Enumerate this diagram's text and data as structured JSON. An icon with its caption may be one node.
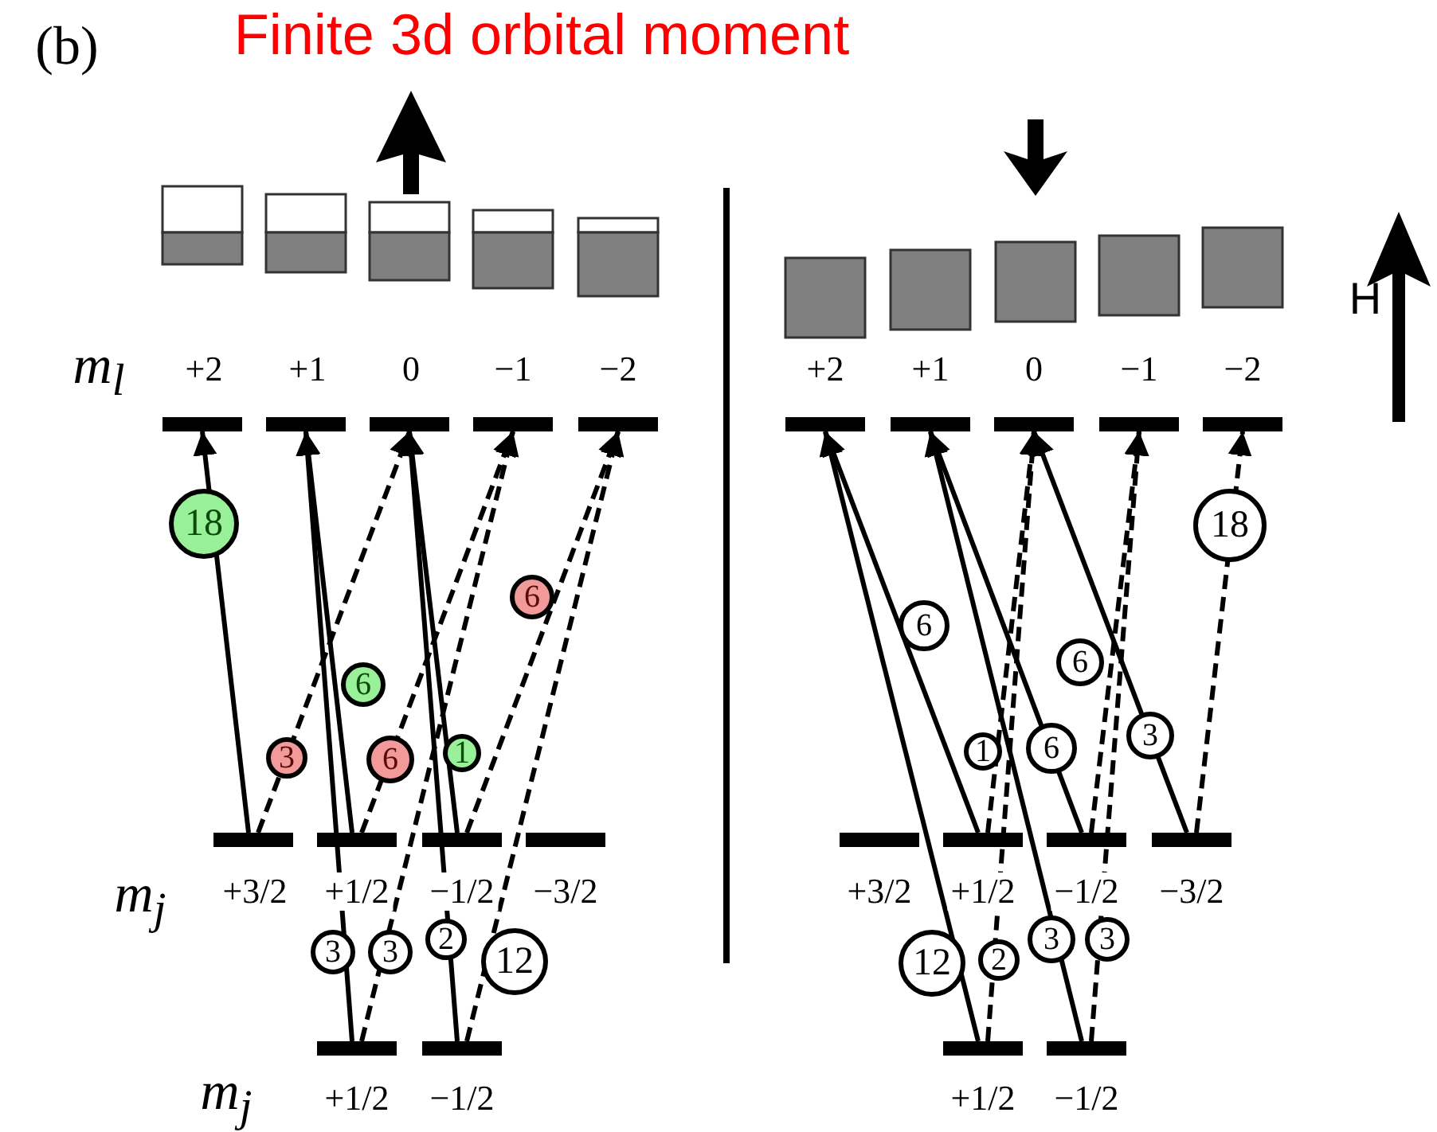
{
  "diagram": {
    "nodes": [
      {
        "text": [],
        "shape": "bar"
      },
      {
        "text": [],
        "shape": "bar"
      },
      {
        "text": [],
        "shape": "bar"
      },
      {
        "text": [],
        "shape": "bar"
      },
      {
        "text": [],
        "shape": "bar"
      },
      {
        "text": [],
        "shape": "bar"
      },
      {
        "text": [],
        "shape": "bar"
      },
      {
        "text": [],
        "shape": "bar"
      },
      {
        "text": [],
        "shape": "bar"
      },
      {
        "text": [],
        "shape": "bar"
      },
      {
        "text": [],
        "shape": "bar"
      },
      {
        "text": [],
        "shape": "bar"
      },
      {
        "text": [],
        "shape": "bar"
      },
      {
        "text": [],
        "shape": "bar"
      },
      {
        "text": [],
        "shape": "bar"
      },
      {
        "text": [],
        "shape": "bar"
      },
      {
        "text": [],
        "shape": "bar"
      },
      {
        "text": [],
        "shape": "bar"
      },
      {
        "text": [],
        "shape": "bar"
      },
      {
        "text": [],
        "shape": "bar"
      },
      {
        "text": [],
        "shape": "bar"
      },
      {
        "text": [],
        "shape": "bar"
      }
    ],
    "edges": [
      {
        "from": 5,
        "to": 0,
        "arrow": "to",
        "label": "18"
      },
      {
        "from": 5,
        "to": 2,
        "arrow": "to",
        "label": "3",
        "style": "dashed"
      },
      {
        "from": 6,
        "to": 1,
        "arrow": "to",
        "label": "6"
      },
      {
        "from": 6,
        "to": 3,
        "arrow": "to",
        "label": "6",
        "style": "dashed"
      },
      {
        "from": 7,
        "to": 2,
        "arrow": "to",
        "label": "1"
      },
      {
        "from": 7,
        "to": 4,
        "arrow": "to",
        "label": "6",
        "style": "dashed"
      },
      {
        "from": 9,
        "to": 1,
        "arrow": "to",
        "label": "3"
      },
      {
        "from": 9,
        "to": 3,
        "arrow": "to",
        "label": "3",
        "style": "dashed"
      },
      {
        "from": 10,
        "to": 2,
        "arrow": "to",
        "label": "2"
      },
      {
        "from": 10,
        "to": 4,
        "arrow": "to",
        "label": "12",
        "style": "dashed"
      },
      {
        "from": 17,
        "to": 11,
        "arrow": "to",
        "label": "6"
      },
      {
        "from": 20,
        "to": 11,
        "arrow": "to",
        "label": "12"
      },
      {
        "from": 18,
        "to": 12,
        "arrow": "to",
        "label": "6"
      },
      {
        "from": 21,
        "to": 12,
        "arrow": "to",
        "label": "3"
      },
      {
        "from": 19,
        "to": 13,
        "arrow": "to",
        "label": "3"
      },
      {
        "from": 17,
        "to": 13,
        "arrow": "to",
        "label": "1",
        "style": "dashed"
      },
      {
        "from": 20,
        "to": 13,
        "arrow": "to",
        "label": "2",
        "style": "dashed"
      },
      {
        "from": 18,
        "to": 14,
        "arrow": "to",
        "label": "6",
        "style": "dashed"
      },
      {
        "from": 21,
        "to": 14,
        "arrow": "to",
        "label": "3",
        "style": "dashed"
      },
      {
        "from": 19,
        "to": 15,
        "arrow": "to",
        "label": "18",
        "style": "dashed"
      }
    ],
    "labels": [
      "(b)",
      "Finite 3d orbital moment",
      "H",
      "m$_{l}$",
      "+2",
      "+1",
      "0",
      "−1",
      "−2",
      "+2",
      "+1",
      "0",
      "−1",
      "−2",
      "m$_{j}$",
      "+3/2",
      "+1/2",
      "−1/2",
      "−3/2",
      "+3/2",
      "+1/2",
      "−1/2",
      "−3/2",
      "m$_{j}$",
      "+1/2",
      "−1/2",
      "+1/2",
      "−1/2"
    ]
  }
}
